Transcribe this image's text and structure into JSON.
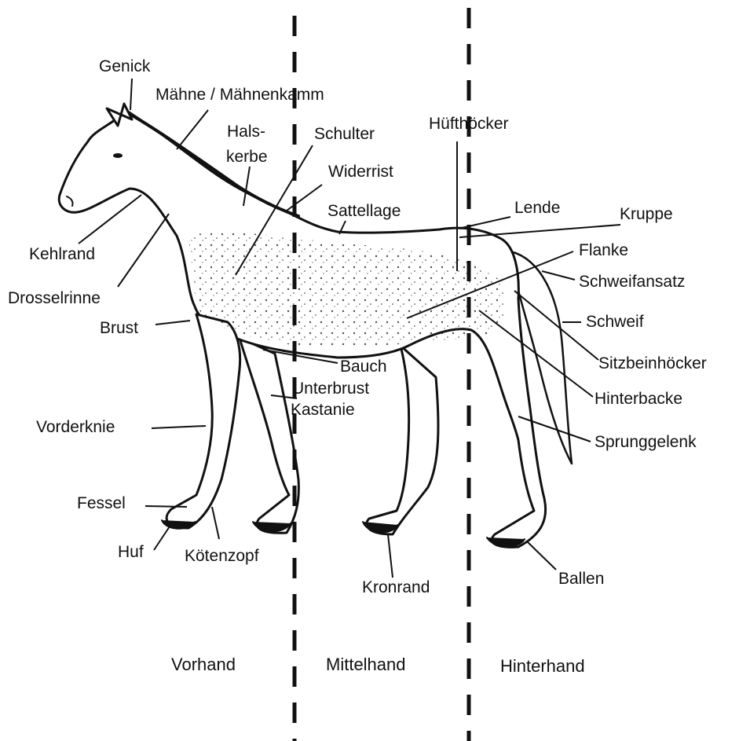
{
  "labels": {
    "genick": "Genick",
    "maehne": "Mähne / Mähnenkamm",
    "hals": "Hals-",
    "kerbe": "kerbe",
    "schulter": "Schulter",
    "widerrist": "Widerrist",
    "huefthoecker": "Hüfthöcker",
    "sattellage": "Sattellage",
    "lende": "Lende",
    "kruppe": "Kruppe",
    "kehlrand": "Kehlrand",
    "flanke": "Flanke",
    "schweifansatz": "Schweifansatz",
    "drosselrinne": "Drosselrinne",
    "brust": "Brust",
    "schweif": "Schweif",
    "bauch": "Bauch",
    "sitzbeinhoecker": "Sitzbeinhöcker",
    "unterbrust": "Unterbrust",
    "kastanie": "Kastanie",
    "hinterbacke": "Hinterbacke",
    "vorderknie": "Vorderknie",
    "sprunggelenk": "Sprunggelenk",
    "fessel": "Fessel",
    "huf": "Huf",
    "koetenzopf": "Kötenzopf",
    "kronrand": "Kronrand",
    "ballen": "Ballen"
  },
  "regions": {
    "vorhand": "Vorhand",
    "mittelhand": "Mittelhand",
    "hinterhand": "Hinterhand"
  },
  "colors": {
    "ink": "#111111",
    "background": "#ffffff",
    "horse_fill": "#ffffff"
  }
}
